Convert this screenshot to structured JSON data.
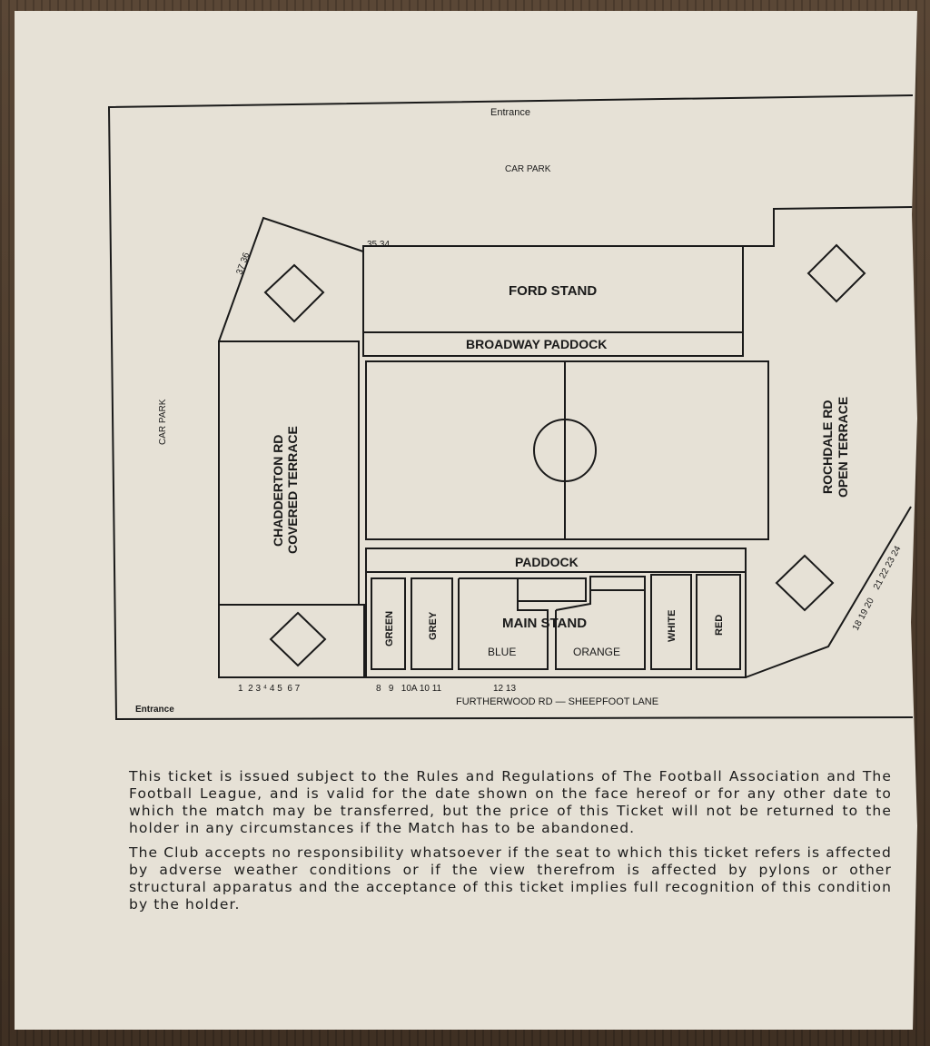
{
  "plan": {
    "entrance_top": "Entrance",
    "entrance_bottom": "Entrance",
    "car_park_top": "CAR PARK",
    "car_park_left": "CAR PARK",
    "ford_stand": "FORD STAND",
    "broadway_paddock": "BROADWAY PADDOCK",
    "chadderton_line1": "CHADDERTON RD",
    "chadderton_line2": "COVERED TERRACE",
    "rochdale_line1": "ROCHDALE RD",
    "rochdale_line2": "OPEN TERRACE",
    "paddock": "PADDOCK",
    "main_stand": "MAIN STAND",
    "green": "GREEN",
    "grey": "GREY",
    "blue": "BLUE",
    "orange": "ORANGE",
    "white": "WHITE",
    "red": "RED",
    "street": "FURTHERWOOD RD — SHEEPFOOT LANE",
    "gates_bottom_left": "1  2 3 ⁴ 4 5  6 7",
    "gates_main": "8   9   10A 10 11",
    "gates_12_13": "12 13",
    "gates_35_34": "35 34",
    "gates_37_36": "37 36",
    "gates_right_lower": "18 19 20",
    "gates_right_upper": "21 22 23 24"
  },
  "terms": {
    "paragraph1": "This ticket is issued subject to the Rules and Regulations of The Football Association and The Football League, and is valid for the date shown on the face hereof or for any other date to which the match may be transferred, but the price of this Ticket will not be returned to the holder in any circumstances if the Match has to be abandoned.",
    "paragraph2": "The Club accepts no responsibility whatsoever if the seat to which this ticket refers is affected by adverse weather conditions or if the view therefrom is affected by pylons or other structural apparatus and the acceptance of this ticket implies full recognition of this condition by the holder."
  }
}
